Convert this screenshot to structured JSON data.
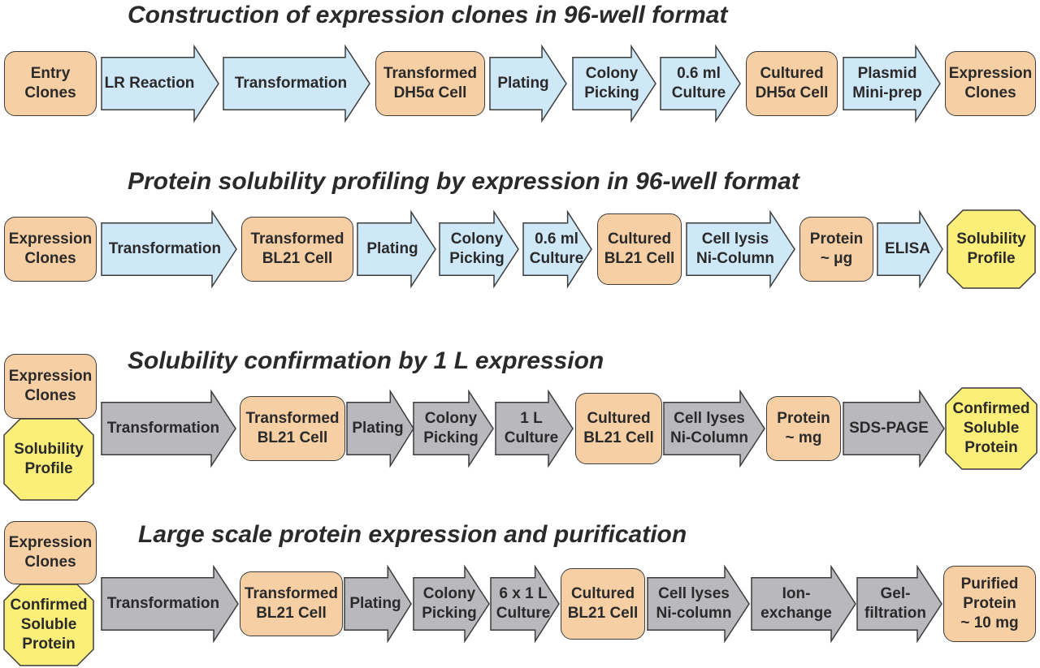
{
  "colors": {
    "box": "#f7cfa5",
    "blue_arrow": "#cfe8f8",
    "gray_arrow": "#b9b9bd",
    "yellow": "#fbee79",
    "stroke": "#3c3c3c",
    "text": "#2a2a2a"
  },
  "row1": {
    "title": "Construction of expression clones in 96-well format",
    "items": [
      {
        "kind": "box",
        "label": "Entry\nClones"
      },
      {
        "kind": "arrow",
        "label": "LR Reaction"
      },
      {
        "kind": "arrow",
        "label": "Transformation"
      },
      {
        "kind": "box",
        "label": "Transformed\nDH5α Cell"
      },
      {
        "kind": "arrow",
        "label": "Plating"
      },
      {
        "kind": "arrow",
        "label": "Colony\nPicking"
      },
      {
        "kind": "arrow",
        "label": "0.6 ml\nCulture"
      },
      {
        "kind": "box",
        "label": "Cultured\nDH5α Cell"
      },
      {
        "kind": "arrow",
        "label": "Plasmid\nMini-prep"
      },
      {
        "kind": "box",
        "label": "Expression\nClones"
      }
    ]
  },
  "row2": {
    "title": "Protein solubility profiling by expression in 96-well format",
    "items": [
      {
        "kind": "box",
        "label": "Expression\nClones"
      },
      {
        "kind": "arrow",
        "label": "Transformation"
      },
      {
        "kind": "box",
        "label": "Transformed\nBL21 Cell"
      },
      {
        "kind": "arrow",
        "label": "Plating"
      },
      {
        "kind": "arrow",
        "label": "Colony\nPicking"
      },
      {
        "kind": "arrow",
        "label": "0.6 ml\nCulture"
      },
      {
        "kind": "box",
        "label": "Cultured\nBL21 Cell"
      },
      {
        "kind": "arrow",
        "label": "Cell lysis\nNi-Column"
      },
      {
        "kind": "box",
        "label": "Protein\n~ μg"
      },
      {
        "kind": "arrow",
        "label": "ELISA"
      },
      {
        "kind": "octagon",
        "label": "Solubility\nProfile"
      }
    ]
  },
  "row3": {
    "title": "Solubility confirmation by 1 L expression",
    "inputs": [
      {
        "kind": "box",
        "label": "Expression\nClones"
      },
      {
        "kind": "octagon",
        "label": "Solubility\nProfile"
      }
    ],
    "items": [
      {
        "kind": "arrow",
        "label": "Transformation"
      },
      {
        "kind": "box",
        "label": "Transformed\nBL21 Cell"
      },
      {
        "kind": "arrow",
        "label": "Plating"
      },
      {
        "kind": "arrow",
        "label": "Colony\nPicking"
      },
      {
        "kind": "arrow",
        "label": "1 L\nCulture"
      },
      {
        "kind": "box",
        "label": "Cultured\nBL21 Cell"
      },
      {
        "kind": "arrow",
        "label": "Cell lyses\nNi-Column"
      },
      {
        "kind": "box",
        "label": "Protein\n~ mg"
      },
      {
        "kind": "arrow",
        "label": "SDS-PAGE"
      },
      {
        "kind": "octagon",
        "label": "Confirmed\nSoluble\nProtein"
      }
    ]
  },
  "row4": {
    "title": "Large scale protein expression and purification",
    "inputs": [
      {
        "kind": "box",
        "label": "Expression\nClones"
      },
      {
        "kind": "octagon",
        "label": "Confirmed\nSoluble\nProtein"
      }
    ],
    "items": [
      {
        "kind": "arrow",
        "label": "Transformation"
      },
      {
        "kind": "box",
        "label": "Transformed\nBL21 Cell"
      },
      {
        "kind": "arrow",
        "label": "Plating"
      },
      {
        "kind": "arrow",
        "label": "Colony\nPicking"
      },
      {
        "kind": "arrow",
        "label": "6 x 1 L\nCulture"
      },
      {
        "kind": "box",
        "label": "Cultured\nBL21 Cell"
      },
      {
        "kind": "arrow",
        "label": "Cell lyses\nNi-column"
      },
      {
        "kind": "arrow",
        "label": "Ion-\nexchange"
      },
      {
        "kind": "arrow",
        "label": "Gel-\nfiltration"
      },
      {
        "kind": "box",
        "label": "Purified\nProtein\n~ 10 mg"
      }
    ]
  }
}
